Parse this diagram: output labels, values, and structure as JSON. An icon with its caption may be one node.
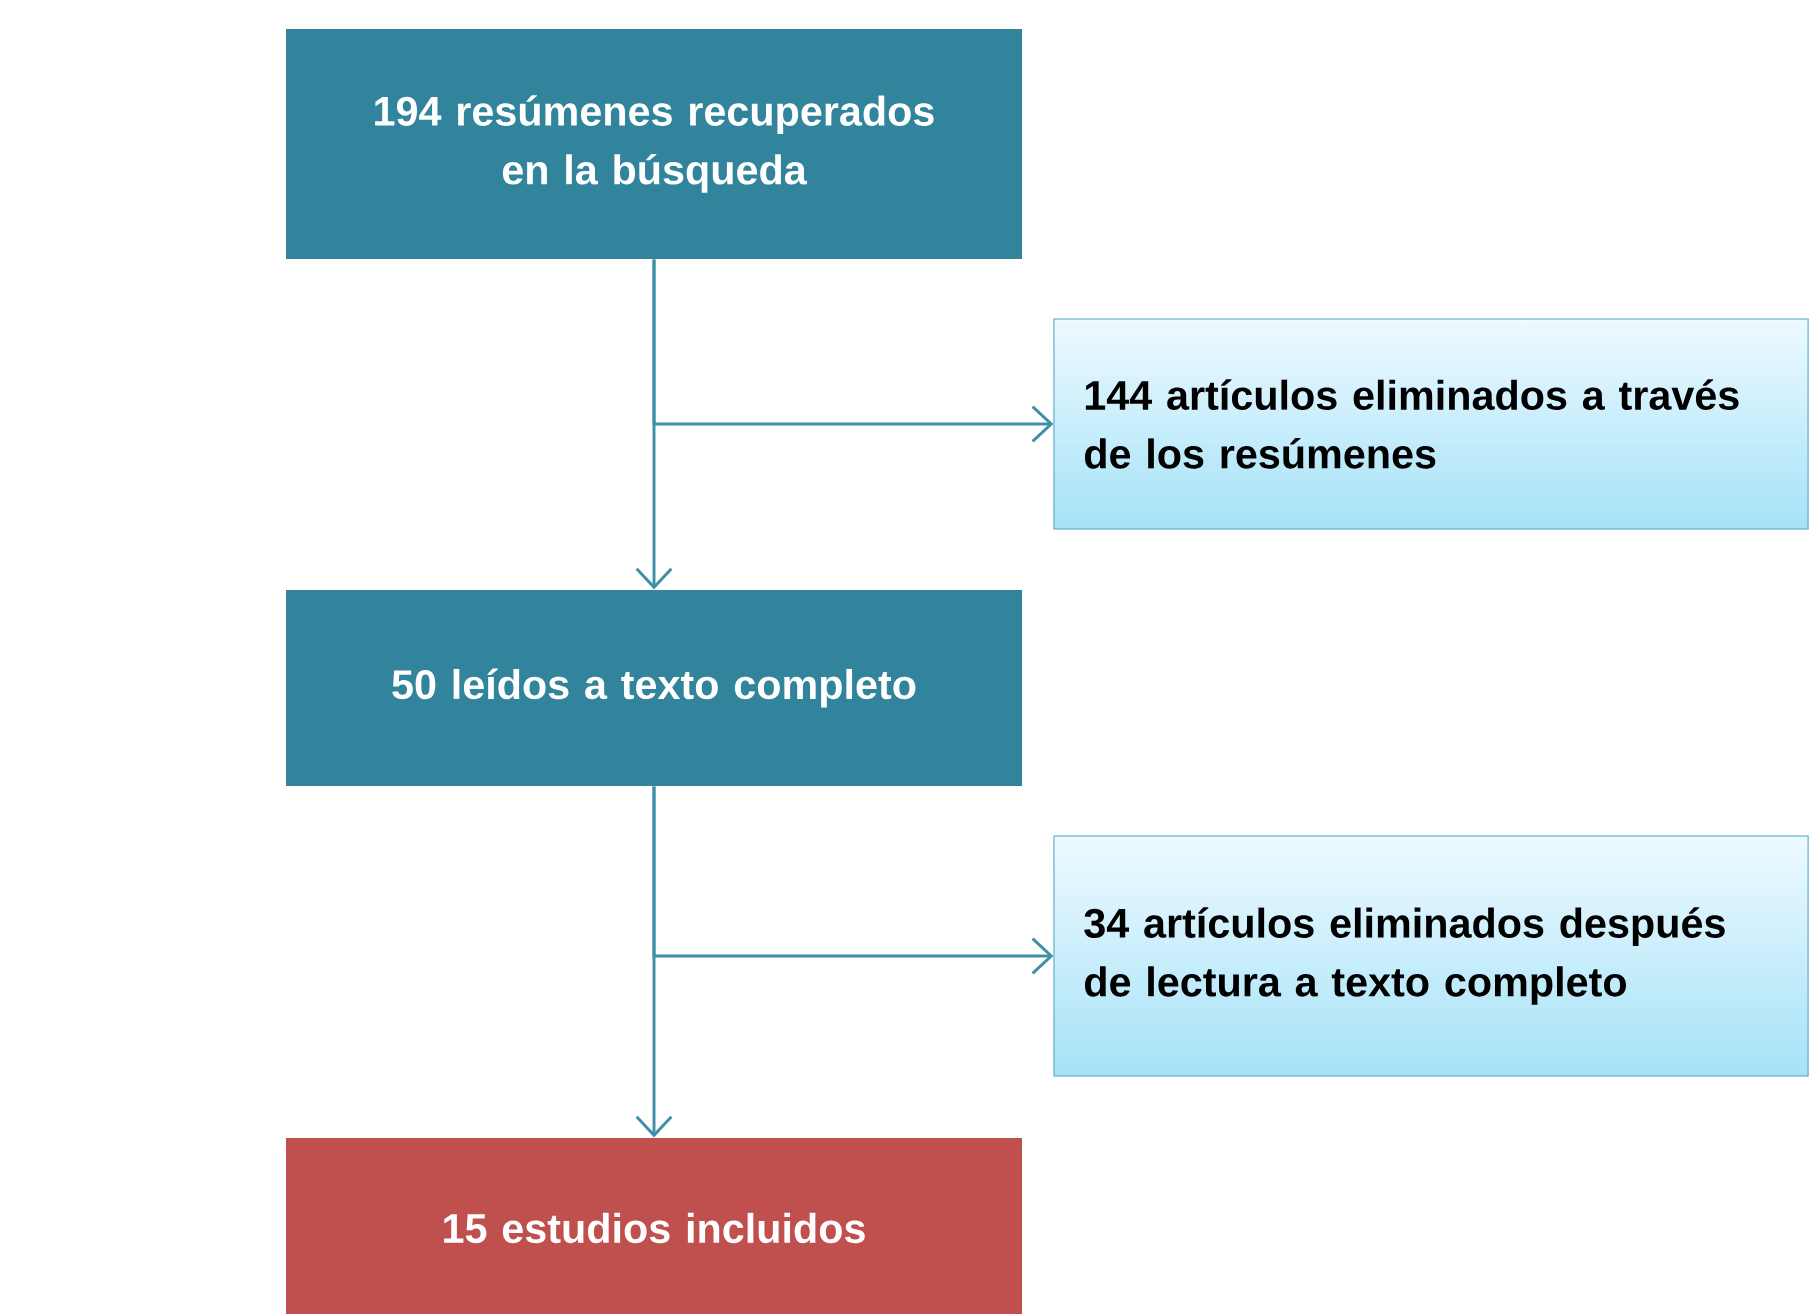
{
  "diagram": {
    "nodes": [
      {
        "text": [
          "194 resúmenes recuperados en la búsqueda"
        ]
      },
      {
        "text": [
          "144 artículos eliminados a través de los resúmenes"
        ]
      },
      {
        "text": [
          "50 leídos a texto completo"
        ]
      },
      {
        "text": [
          "34 artículos eliminados después de lectura a texto completo"
        ]
      },
      {
        "text": [
          "15 estudios incluidos"
        ]
      }
    ],
    "edges": [
      {
        "from": 0,
        "to": 2,
        "arrow": "to"
      },
      {
        "from": 0,
        "to": 1,
        "arrow": "to"
      },
      {
        "from": 2,
        "to": 4,
        "arrow": "to"
      },
      {
        "from": 2,
        "to": 3,
        "arrow": "to"
      }
    ]
  }
}
